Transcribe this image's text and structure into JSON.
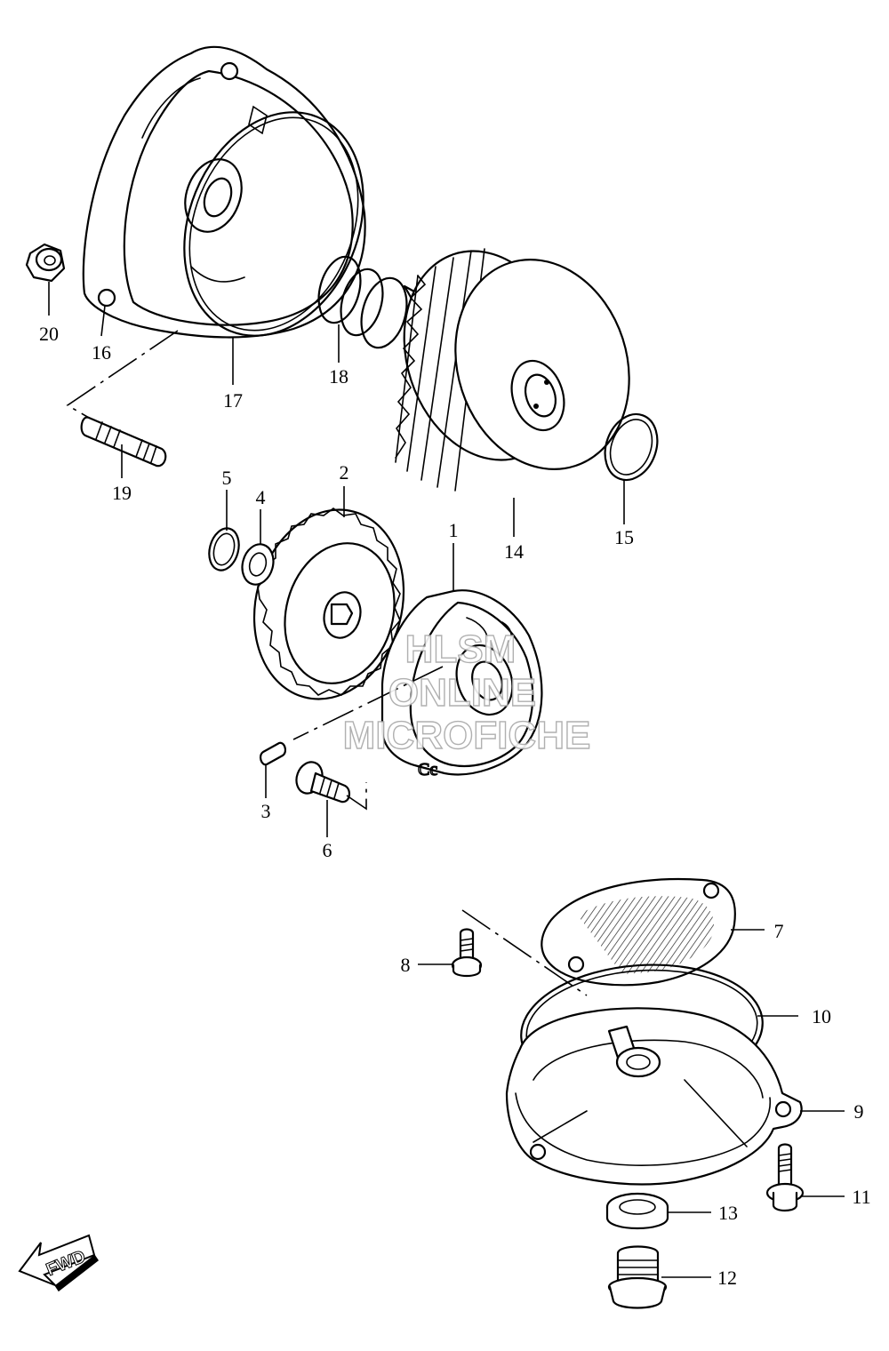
{
  "diagram": {
    "callouts": {
      "p1": "1",
      "p2": "2",
      "p3": "3",
      "p4": "4",
      "p5": "5",
      "p6": "6",
      "p7": "7",
      "p8": "8",
      "p9": "9",
      "p10": "10",
      "p11": "11",
      "p12": "12",
      "p13": "13",
      "p14": "14",
      "p15": "15",
      "p16": "16",
      "p17": "17",
      "p18": "18",
      "p19": "19",
      "p20": "20"
    },
    "watermark": {
      "line1": "HLSM",
      "line2": "ONLINE",
      "line3": "MICROFICHE"
    },
    "direction_badge": "FWD",
    "colors": {
      "line": "#000000",
      "background": "#ffffff",
      "watermark_outline": "#a8a8a8"
    }
  }
}
